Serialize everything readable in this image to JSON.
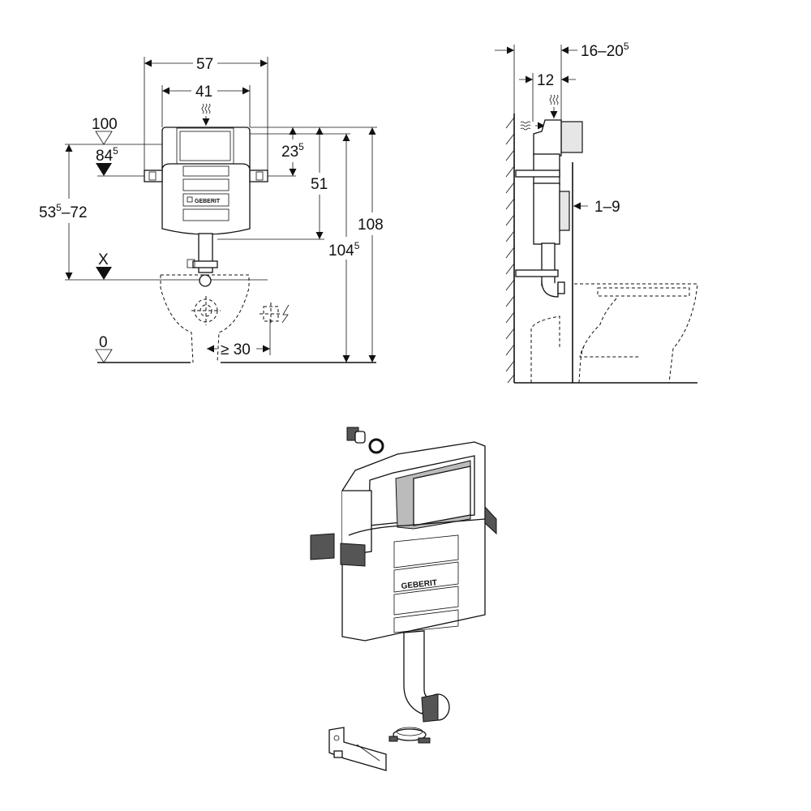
{
  "front_view": {
    "width_outer": "57",
    "width_inner": "41",
    "level_top": "100",
    "level_inlet": {
      "main": "84",
      "sup": "5"
    },
    "dim_inlet": {
      "main": "23",
      "sup": "5"
    },
    "dim_tank": "51",
    "dim_range": {
      "main": "53",
      "sup": "5",
      "rest": "–72"
    },
    "level_x": "X",
    "dim_overall": "108",
    "dim_height": {
      "main": "104",
      "sup": "5"
    },
    "dim_min_offset": "≥ 30",
    "level_floor": "0",
    "brand": "GEBERIT"
  },
  "side_view": {
    "dim_depth": {
      "main": "16–20",
      "sup": "5"
    },
    "dim_tank_depth": "12",
    "dim_plate": "1–9"
  },
  "iso_view": {
    "brand": "GEBERIT"
  }
}
